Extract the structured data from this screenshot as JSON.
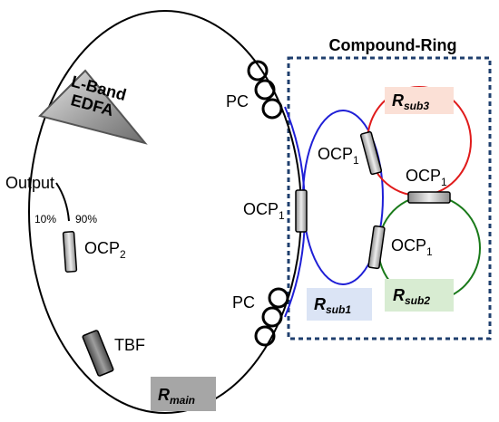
{
  "compound_ring": {
    "title": "Compound-Ring",
    "border_color": "#1f3f6e"
  },
  "rings": {
    "main": {
      "label": "R",
      "subscript": "main",
      "color": "#000000",
      "label_bg": "#a6a6a6"
    },
    "sub1": {
      "label": "R",
      "subscript": "sub1",
      "color": "#1f1fd6",
      "label_bg": "#dbe4f5"
    },
    "sub2": {
      "label": "R",
      "subscript": "sub2",
      "color": "#1a7a1a",
      "label_bg": "#d8ecd2"
    },
    "sub3": {
      "label": "R",
      "subscript": "sub3",
      "color": "#e01b1b",
      "label_bg": "#fbe0d6"
    }
  },
  "amplifier": {
    "line1": "L-Band",
    "line2": "EDFA"
  },
  "output": {
    "label": "Output",
    "ratio_left": "10%",
    "ratio_right": "90%"
  },
  "couplers": {
    "ocp2": {
      "label": "OCP",
      "subscript": "2"
    },
    "ocp1_main": {
      "label": "OCP",
      "subscript": "1"
    },
    "ocp1_sub1": {
      "label": "OCP",
      "subscript": "1"
    },
    "ocp1_sub3": {
      "label": "OCP",
      "subscript": "1"
    },
    "ocp1_sub2": {
      "label": "OCP",
      "subscript": "1"
    }
  },
  "polarization_controllers": {
    "upper": "PC",
    "lower": "PC"
  },
  "filter": {
    "label": "TBF"
  }
}
